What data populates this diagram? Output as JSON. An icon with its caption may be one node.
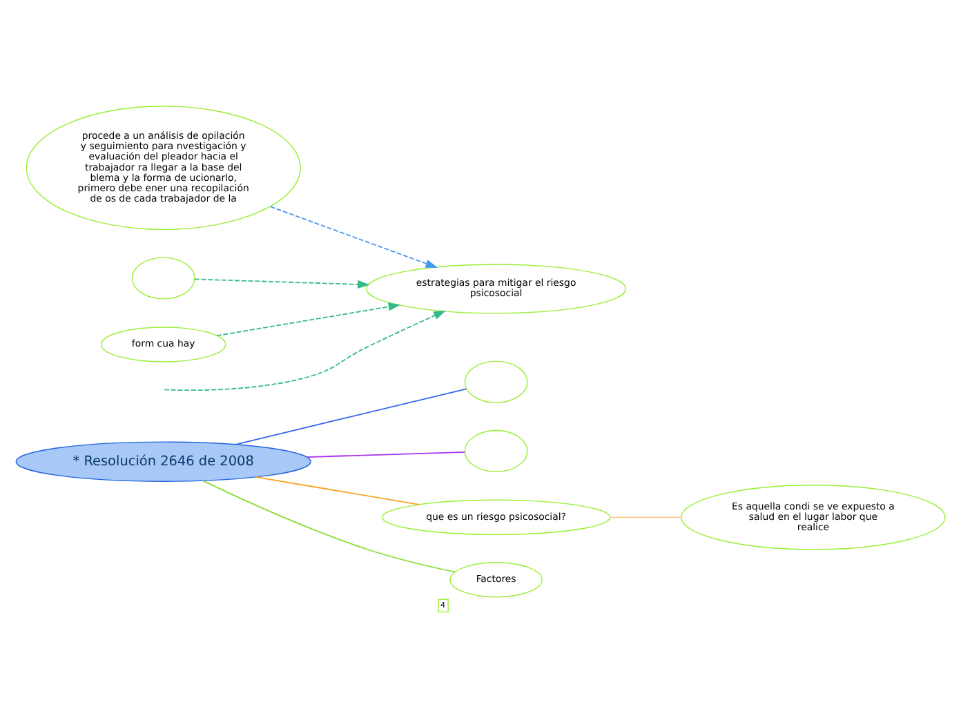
{
  "diagram": {
    "nodes": [
      {
        "text": [
          "* Resolución 2646 de 2008"
        ]
      },
      {
        "text": [],
        "shape": "cloud"
      },
      {
        "text": [],
        "shape": "cloud"
      },
      {
        "text": [
          "que es un riesgo psicosocial?"
        ]
      },
      {
        "text": [
          "Es aquella condi se ve expuesto a salud en el lugar labor que realice"
        ]
      },
      {
        "text": [
          "Factores"
        ],
        "beside": [
          "4"
        ]
      },
      {
        "text": [
          "estrategias para mitigar el riesgo psicosocial"
        ]
      },
      {
        "text": [
          "procede a un análisis de opilación y seguimiento para nvestigación y evaluación del pleador hacia el trabajador ra llegar a la base del blema y la forma de ucionarlo, primero debe ener una recopilación de os de cada trabajador de la"
        ]
      },
      {
        "text": [],
        "shape": "cloud"
      },
      {
        "text": [
          "form cua hay"
        ]
      }
    ],
    "edges": [
      {
        "from": 0,
        "to": 1,
        "arrow": "none",
        "color": "#3366ee"
      },
      {
        "from": 0,
        "to": 2,
        "arrow": "none",
        "color": "#aa33ee"
      },
      {
        "from": 0,
        "to": 3,
        "arrow": "none",
        "color": "#f5a623"
      },
      {
        "from": 3,
        "to": 4,
        "arrow": "none",
        "color": "#ffcc88"
      },
      {
        "from": 0,
        "to": 5,
        "arrow": "none"
      },
      {
        "from": 7,
        "to": 6,
        "arrow": "to",
        "style": "dashed",
        "color": "#4499ee"
      },
      {
        "from": null,
        "to": 6,
        "arrow": "to",
        "style": "dashed",
        "color": "#33bb88"
      },
      {
        "from": 8,
        "to": 6,
        "arrow": "to",
        "style": "dashed",
        "color": "#33bb88"
      },
      {
        "from": 9,
        "to": 6,
        "arrow": "to",
        "style": "dashed",
        "color": "#33bb88"
      }
    ]
  }
}
